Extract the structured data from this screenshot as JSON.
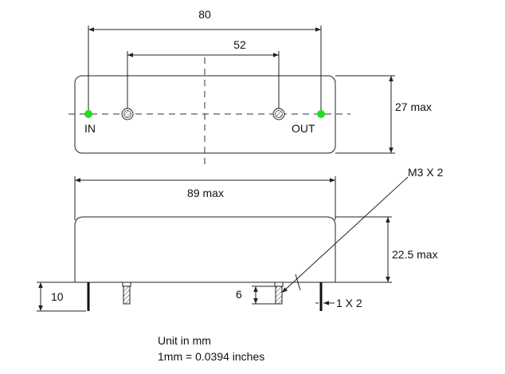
{
  "dimensions": {
    "top_width": "80",
    "pin_spacing": "52",
    "height_top": "27 max",
    "body_width": "89 max",
    "body_height": "22.5 max",
    "pin_length": "10",
    "stud_length": "6",
    "pin_size": "1 X 2",
    "screw": "M3 X 2"
  },
  "pins": {
    "in": "IN",
    "out": "OUT"
  },
  "notes": {
    "unit": "Unit in mm",
    "conversion": "1mm = 0.0394 inches"
  },
  "colors": {
    "pin_marker": "#22dd22",
    "line": "#222222"
  }
}
